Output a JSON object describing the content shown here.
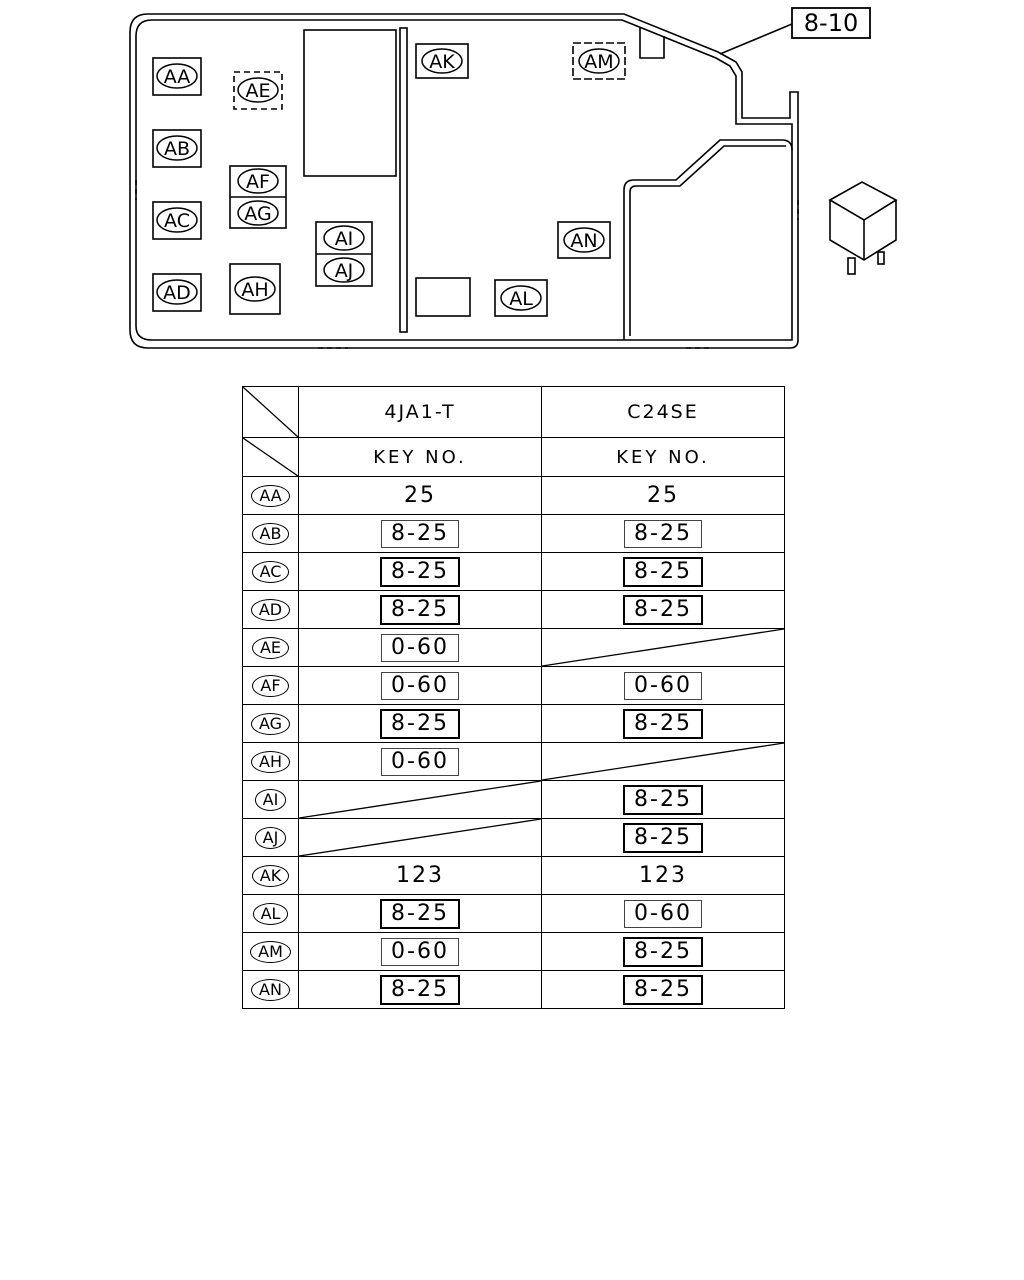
{
  "reference_label": "8-10",
  "diagram_labels": [
    "AA",
    "AB",
    "AC",
    "AD",
    "AE",
    "AF",
    "AG",
    "AH",
    "AI",
    "AJ",
    "AK",
    "AL",
    "AM",
    "AN"
  ],
  "table": {
    "columns": [
      "4JA1-T",
      "C24SE"
    ],
    "subheader": "KEY NO.",
    "rows": [
      {
        "id": "AA",
        "c1": "25",
        "c1_style": "plain",
        "c2": "25",
        "c2_style": "plain"
      },
      {
        "id": "AB",
        "c1": "8-25",
        "c1_style": "thin",
        "c2": "8-25",
        "c2_style": "thin"
      },
      {
        "id": "AC",
        "c1": "8-25",
        "c1_style": "bold",
        "c2": "8-25",
        "c2_style": "bold"
      },
      {
        "id": "AD",
        "c1": "8-25",
        "c1_style": "bold",
        "c2": "8-25",
        "c2_style": "bold"
      },
      {
        "id": "AE",
        "c1": "0-60",
        "c1_style": "thin",
        "c2": "",
        "c2_style": "na"
      },
      {
        "id": "AF",
        "c1": "0-60",
        "c1_style": "thin",
        "c2": "0-60",
        "c2_style": "thin"
      },
      {
        "id": "AG",
        "c1": "8-25",
        "c1_style": "bold",
        "c2": "8-25",
        "c2_style": "bold"
      },
      {
        "id": "AH",
        "c1": "0-60",
        "c1_style": "thin",
        "c2": "",
        "c2_style": "na"
      },
      {
        "id": "AI",
        "c1": "",
        "c1_style": "na",
        "c2": "8-25",
        "c2_style": "bold"
      },
      {
        "id": "AJ",
        "c1": "",
        "c1_style": "na",
        "c2": "8-25",
        "c2_style": "bold"
      },
      {
        "id": "AK",
        "c1": "123",
        "c1_style": "plain",
        "c2": "123",
        "c2_style": "plain"
      },
      {
        "id": "AL",
        "c1": "8-25",
        "c1_style": "bold",
        "c2": "0-60",
        "c2_style": "thin"
      },
      {
        "id": "AM",
        "c1": "0-60",
        "c1_style": "thin",
        "c2": "8-25",
        "c2_style": "bold"
      },
      {
        "id": "AN",
        "c1": "8-25",
        "c1_style": "bold",
        "c2": "8-25",
        "c2_style": "bold"
      }
    ]
  }
}
